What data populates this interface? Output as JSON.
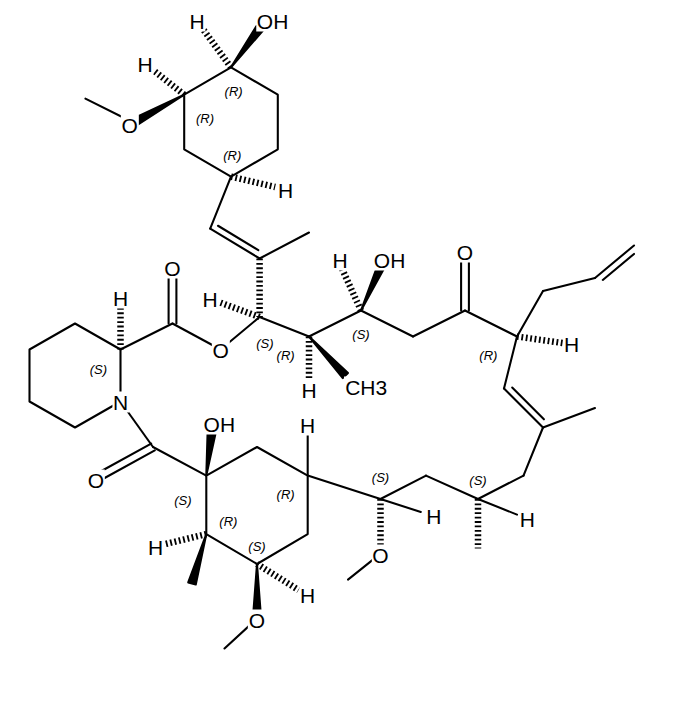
{
  "diagram": {
    "labels": [
      "H",
      "OH",
      "(R)",
      "H",
      "(R)",
      "O",
      "(R)",
      "H",
      "O",
      "H",
      "(S)",
      "H",
      "(S)",
      "O",
      "H",
      "OH",
      "(S)",
      "O",
      "(R)",
      "H",
      "(R)",
      "H",
      "CH3",
      "N",
      "OH",
      "O",
      "(S)",
      "H",
      "(R)",
      "(R)",
      "(S)",
      "H",
      "H",
      "O",
      "(S)",
      "H",
      "O",
      "(S)",
      "H"
    ]
  }
}
